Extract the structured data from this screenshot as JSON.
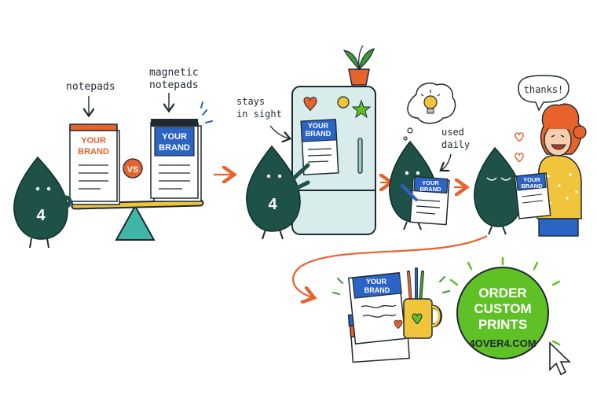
{
  "labels": {
    "notepads": "notepads",
    "magnetic_line1": "magnetic",
    "magnetic_line2": "notepads",
    "vs": "VS",
    "stays_line1": "stays",
    "stays_line2": "in sight",
    "used_line1": "used",
    "used_line2": "daily",
    "thanks": "thanks!",
    "mascot_number": "4"
  },
  "brand": {
    "line1": "YOUR",
    "line2": "BRAND"
  },
  "cta": {
    "line1": "ORDER",
    "line2": "CUSTOM",
    "line3": "PRINTS",
    "url": "4OVER4.COM"
  },
  "colors": {
    "mascot": "#1e5147",
    "accent_orange": "#e8622c",
    "brand_blue": "#2c64c6",
    "cta_green": "#5fc126",
    "fridge": "#d7eceb",
    "scale_bar": "#f0c53b",
    "scale_base": "#3fb5a8"
  }
}
